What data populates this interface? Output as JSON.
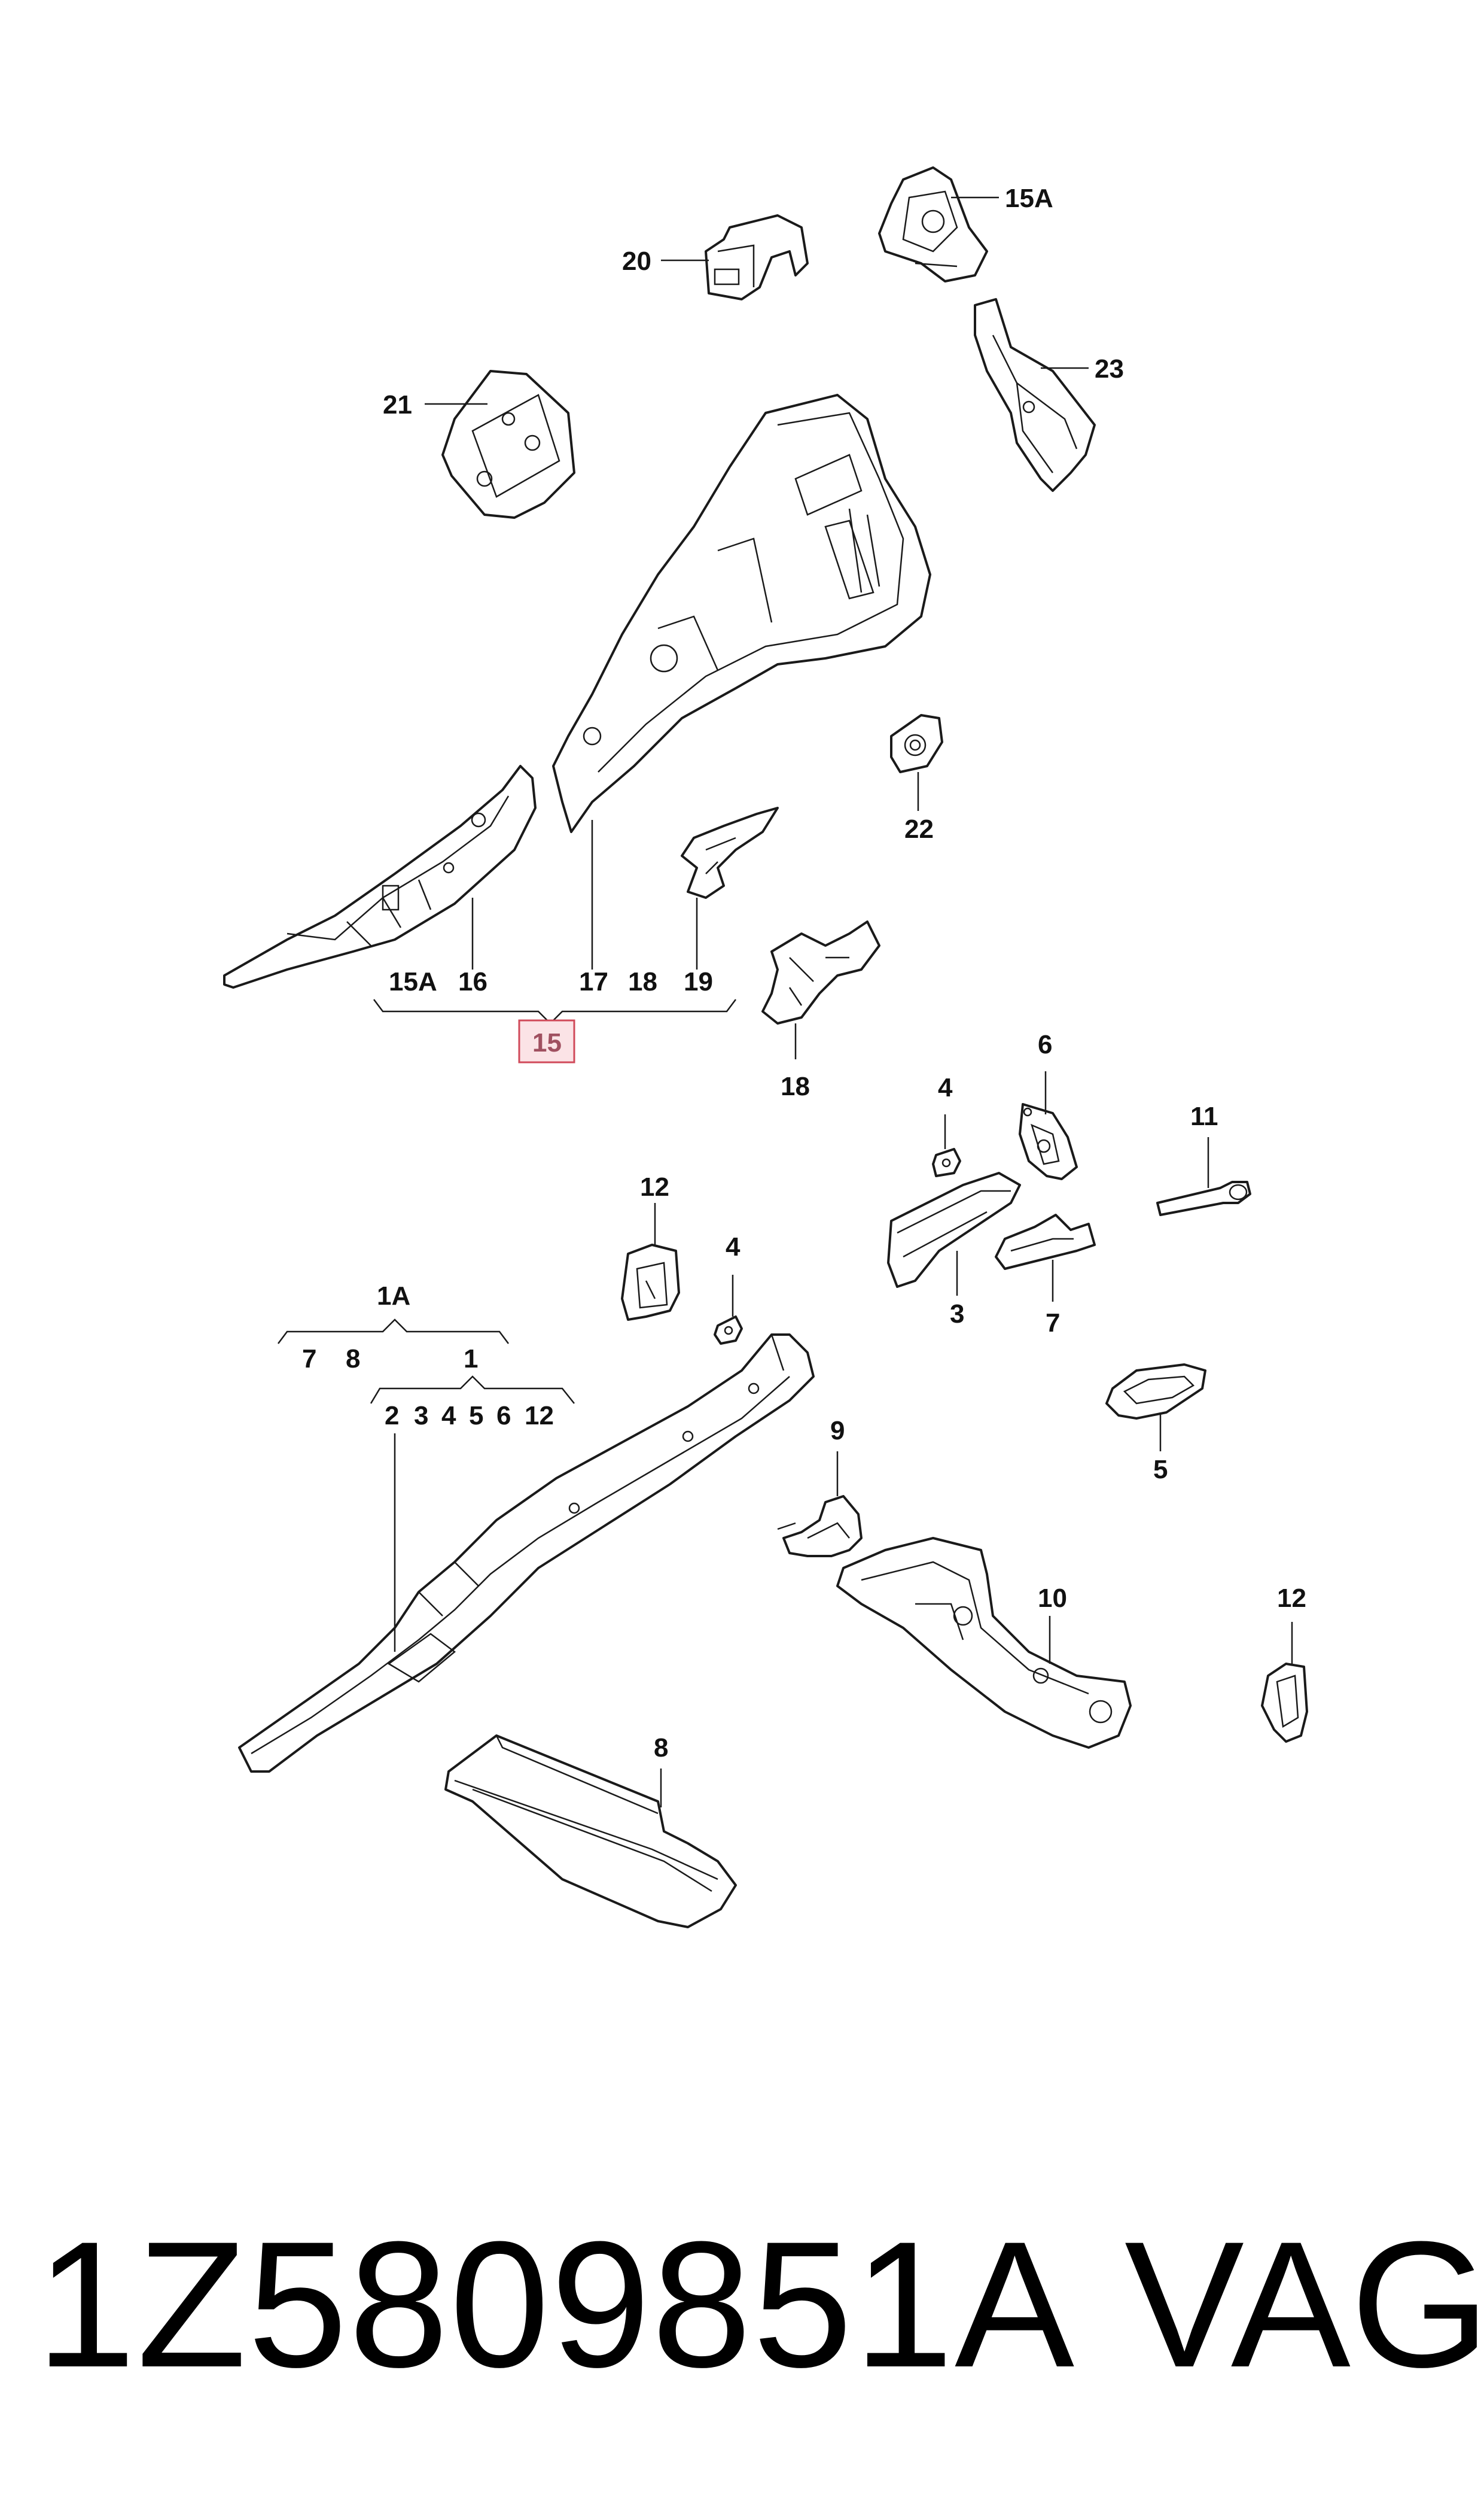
{
  "labels": {
    "l_15a_top": "15A",
    "l_20": "20",
    "l_23": "23",
    "l_21": "21",
    "l_22": "22",
    "l_15a_group": "15A",
    "l_16": "16",
    "l_17": "17",
    "l_18_group": "18",
    "l_19": "19",
    "l_15": "15",
    "l_18": "18",
    "l_4_upper": "4",
    "l_6": "6",
    "l_11": "11",
    "l_3": "3",
    "l_7_right": "7",
    "l_12_upper": "12",
    "l_4_lower": "4",
    "l_1a": "1A",
    "l_7_group": "7",
    "l_8_group": "8",
    "l_1": "1",
    "l_2": "2",
    "l_3_group": "3",
    "l_4_group": "4",
    "l_5_group": "5",
    "l_6_group": "6",
    "l_12_group": "12",
    "l_5": "5",
    "l_9": "9",
    "l_10": "10",
    "l_12_lower": "12",
    "l_8": "8"
  },
  "footer": {
    "part_number": "1Z5809851A",
    "brand": "VAG"
  },
  "colors": {
    "highlight_box_fill": "#fbe3e6",
    "highlight_box_stroke": "#d04a5a",
    "ink": "#1a1a1a"
  }
}
